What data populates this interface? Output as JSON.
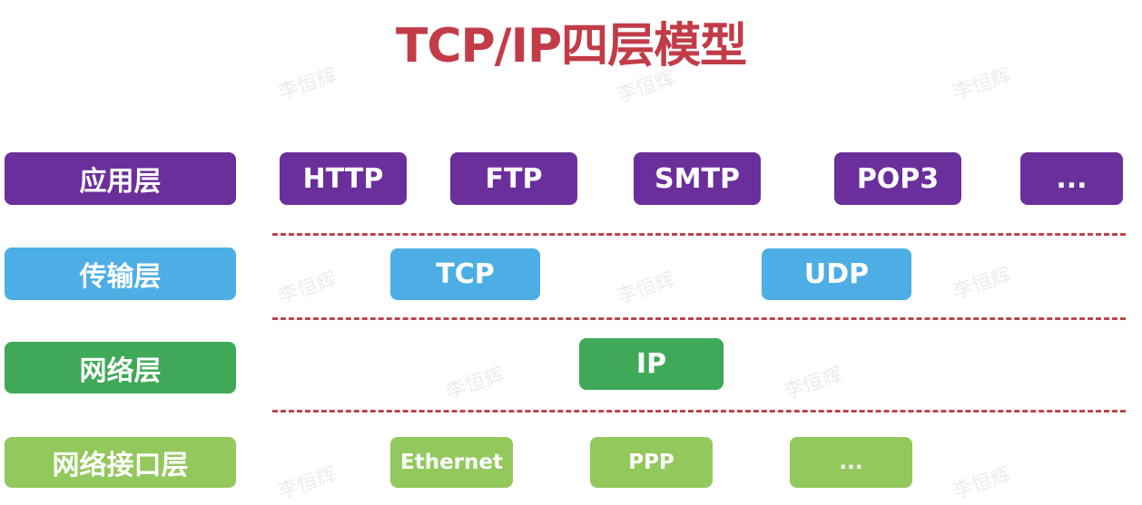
{
  "title": "TCP/IP四层模型",
  "watermark": "李恒辉",
  "layers": [
    {
      "label": "应用层",
      "protocols": [
        "HTTP",
        "FTP",
        "SMTP",
        "POP3",
        "..."
      ]
    },
    {
      "label": "传输层",
      "protocols": [
        "TCP",
        "UDP"
      ]
    },
    {
      "label": "网络层",
      "protocols": [
        "IP"
      ]
    },
    {
      "label": "网络接口层",
      "protocols": [
        "Ethernet",
        "PPP",
        "..."
      ]
    }
  ],
  "colors": {
    "title": "#c23c48",
    "application": "#6b2f9c",
    "transport": "#4caee4",
    "network": "#3fa958",
    "link": "#93c85c",
    "separator": "#b8474d"
  }
}
